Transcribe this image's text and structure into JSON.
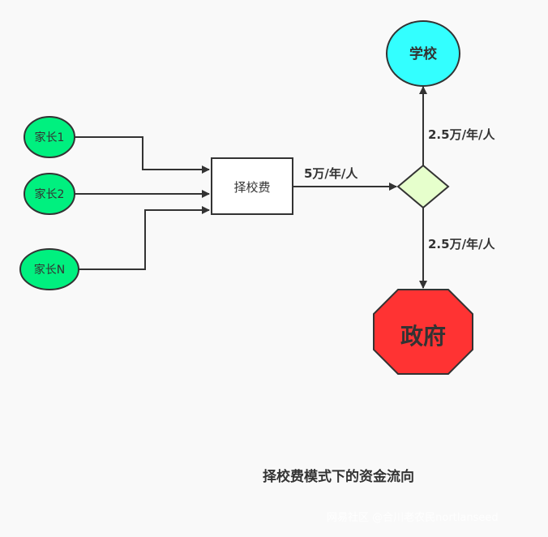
{
  "diagram": {
    "nodes": {
      "parent1": {
        "label": "家长1",
        "color": "#00f07f"
      },
      "parent2": {
        "label": "家长2",
        "color": "#00f07f"
      },
      "parentN": {
        "label": "家长N",
        "color": "#00f07f"
      },
      "fee": {
        "label": "择校费",
        "color": "#ffffff"
      },
      "split": {
        "label": "",
        "color": "#e6ffcc"
      },
      "school": {
        "label": "学校",
        "color": "#33ffff"
      },
      "government": {
        "label": "政府",
        "color": "#ff3333"
      }
    },
    "edges": {
      "fee_to_split": "5万/年/人",
      "split_to_school": "2.5万/年/人",
      "split_to_government": "2.5万/年/人"
    },
    "caption": "择校费模式下的资金流向"
  },
  "watermark": "网易社区 @合川老农民nortlanseed"
}
